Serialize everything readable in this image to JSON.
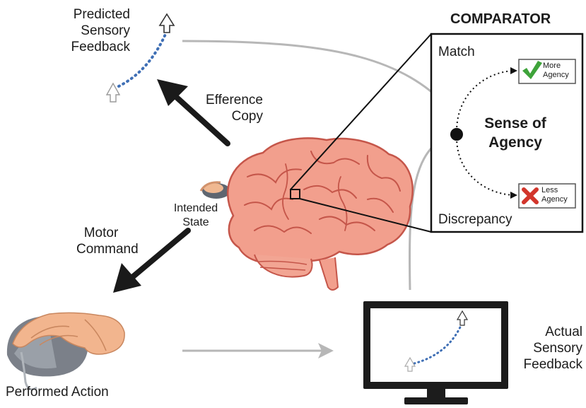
{
  "predicted_feedback": {
    "line1": "Predicted",
    "line2": "Sensory",
    "line3": "Feedback"
  },
  "efference_copy": {
    "line1": "Efference",
    "line2": "Copy"
  },
  "intended_state": {
    "line1": "Intended",
    "line2": "State"
  },
  "motor_command": {
    "line1": "Motor",
    "line2": "Command"
  },
  "performed_action": "Performed Action",
  "actual_feedback": {
    "line1": "Actual",
    "line2": "Sensory",
    "line3": "Feedback"
  },
  "comparator": {
    "title": "COMPARATOR",
    "match": "Match",
    "discrepancy": "Discrepancy",
    "center_line1": "Sense of",
    "center_line2": "Agency",
    "more_badge": {
      "line1": "More",
      "line2": "Agency"
    },
    "less_badge": {
      "line1": "Less",
      "line2": "Agency"
    }
  },
  "colors": {
    "gray_arrow": "#b7b7b7",
    "black_arrow": "#1a1a1a",
    "dotted_trace": "#3f6fb5",
    "brain_fill": "#f29f8d",
    "brain_stroke": "#c5564a",
    "check_green": "#3ea33a",
    "cross_red": "#d2352b"
  }
}
